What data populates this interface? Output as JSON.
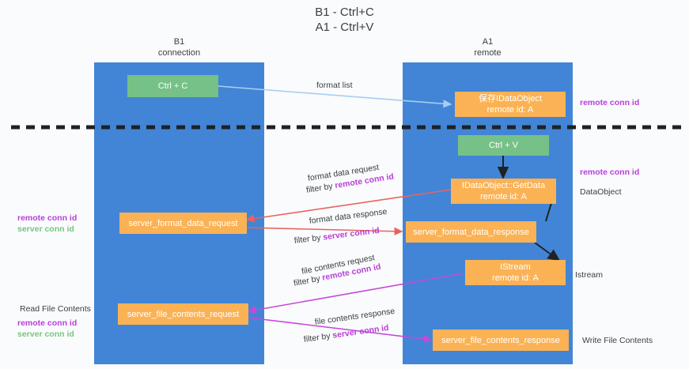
{
  "title": {
    "line1": "B1 - Ctrl+C",
    "line2": "A1 - Ctrl+V"
  },
  "colors": {
    "lane": "#4285d6",
    "green_node": "#76c187",
    "orange_node": "#fbb254",
    "magenta": "#b83fd9",
    "green_text": "#7ac47f",
    "red_arrow": "#e8635f",
    "blue_arrow": "#a9cdf0",
    "magenta_arrow": "#c44ad8",
    "dark_arrow": "#202124",
    "background": "#fafbfd"
  },
  "columns": [
    {
      "id": "b1",
      "line1": "B1",
      "line2": "connection"
    },
    {
      "id": "a1",
      "line1": "A1",
      "line2": "remote"
    }
  ],
  "nodes": [
    {
      "id": "ctrl-c",
      "kind": "green",
      "line1": "Ctrl + C",
      "line2": ""
    },
    {
      "id": "save-idataobject",
      "kind": "orange",
      "line1": "保存IDataObject",
      "line2": "remote id: A"
    },
    {
      "id": "ctrl-v",
      "kind": "green",
      "line1": "Ctrl + V",
      "line2": ""
    },
    {
      "id": "idataobject-getdata",
      "kind": "orange",
      "line1": "IDataObject::GetData",
      "line2": "remote id: A"
    },
    {
      "id": "server-format-data-request",
      "kind": "orange",
      "line1": "server_format_data_request",
      "line2": ""
    },
    {
      "id": "server-format-data-response",
      "kind": "orange",
      "line1": "server_format_data_response",
      "line2": ""
    },
    {
      "id": "istream",
      "kind": "orange",
      "line1": "IStream",
      "line2": "remote id: A"
    },
    {
      "id": "server-file-contents-request",
      "kind": "orange",
      "line1": "server_file_contents_request",
      "line2": ""
    },
    {
      "id": "server-file-contents-response",
      "kind": "orange",
      "line1": "server_file_contents_response",
      "line2": ""
    }
  ],
  "edge_labels": {
    "format_list": "format list",
    "format_data_request": "format data request",
    "format_data_request_filter_prefix": "filter by ",
    "format_data_request_filter_key": "remote conn id",
    "format_data_response": "format data response",
    "format_data_response_filter_prefix": "filter by ",
    "format_data_response_filter_key": "server conn id",
    "file_contents_request": "file contents request",
    "file_contents_request_filter_prefix": "filter by ",
    "file_contents_request_filter_key": "remote conn id",
    "file_contents_response": "file contents response",
    "file_contents_response_filter_prefix": "filter by ",
    "file_contents_response_filter_key": "server conn id"
  },
  "right_notes": [
    {
      "id": "remote-conn-id-top",
      "text": "remote conn id",
      "style": "magenta"
    },
    {
      "id": "remote-conn-id-middle",
      "text": "remote conn id",
      "style": "magenta"
    },
    {
      "id": "dataobject",
      "text": "DataObject",
      "style": "plain"
    },
    {
      "id": "istream-note",
      "text": "Istream",
      "style": "plain"
    },
    {
      "id": "write-file-contents",
      "text": "Write File Contents",
      "style": "plain"
    }
  ],
  "left_notes": [
    {
      "id": "left-remote-conn-id",
      "text": "remote conn id",
      "style": "magenta"
    },
    {
      "id": "left-server-conn-id",
      "text": "server conn id",
      "style": "green"
    },
    {
      "id": "read-file-contents",
      "text": "Read File Contents",
      "style": "plain"
    },
    {
      "id": "left-remote-conn-id-2",
      "text": "remote conn id",
      "style": "magenta"
    },
    {
      "id": "left-server-conn-id-2",
      "text": "server conn id",
      "style": "green"
    }
  ],
  "divider": {
    "id": "phase-divider",
    "style": "dashed-black"
  }
}
